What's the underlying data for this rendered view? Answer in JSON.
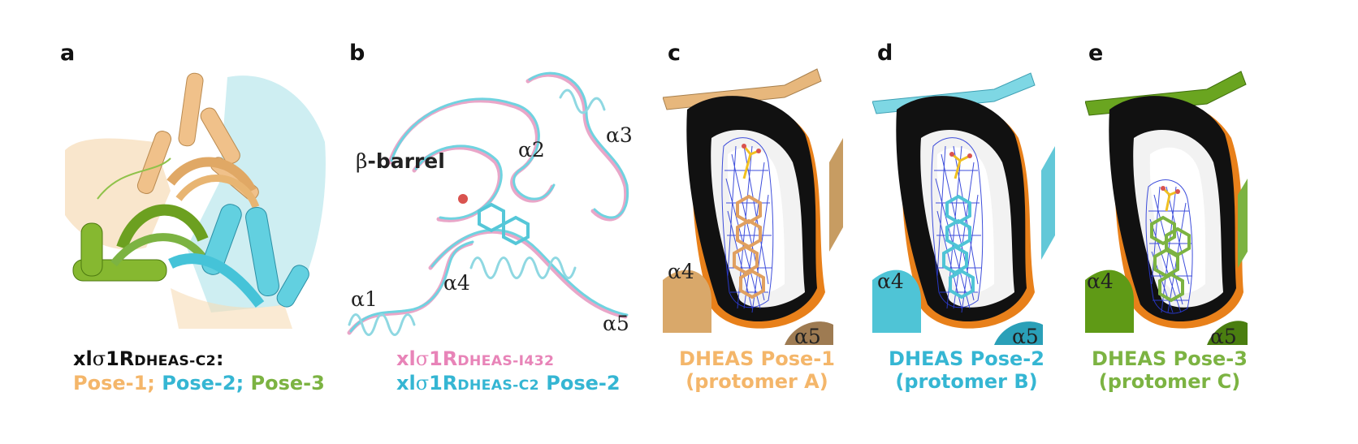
{
  "panels": {
    "a": {
      "letter": "a",
      "caption_line1": {
        "pre": "xl",
        "sigma": "σ",
        "post": "1R",
        "sub": "DHEAS-C2",
        "tail": ":"
      },
      "caption_pose1": "Pose-1;",
      "caption_pose2": "Pose-2;",
      "caption_pose3": "Pose-3"
    },
    "b": {
      "letter": "b",
      "label_beta": "β",
      "label_barrel": "-barrel",
      "label_alpha1": "α1",
      "label_alpha2": "α2",
      "label_alpha3": "α3",
      "label_alpha4": "α4",
      "label_alpha5": "α5",
      "caption_line1": {
        "pre": "xl",
        "sigma": "σ",
        "post": "1R",
        "sub": "DHEAS-I432"
      },
      "caption_line2": {
        "pre": "xl",
        "sigma": "σ",
        "post": "1R",
        "sub": "DHEAS-C2",
        "tail": " Pose-2"
      }
    },
    "c": {
      "letter": "c",
      "label_alpha4": "α4",
      "label_alpha5": "α5",
      "caption_line1": "DHEAS Pose-1",
      "caption_line2": "(protomer A)"
    },
    "d": {
      "letter": "d",
      "label_alpha4": "α4",
      "label_alpha5": "α5",
      "caption_line1": "DHEAS Pose-2",
      "caption_line2": "(protomer B)"
    },
    "e": {
      "letter": "e",
      "label_alpha4": "α4",
      "label_alpha5": "α5",
      "caption_line1": "DHEAS Pose-3",
      "caption_line2": "(protomer C)"
    }
  },
  "colors": {
    "pose1_wheat": "#f4b66a",
    "pose2_cyan": "#35b6d3",
    "pose3_green": "#7cb342",
    "pink": "#e884b8",
    "mesh_blue": "#2a3bd8",
    "surface_orange": "#e8801a"
  }
}
